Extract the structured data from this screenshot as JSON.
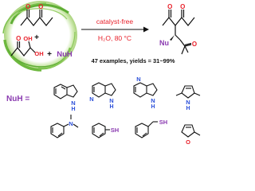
{
  "reaction": {
    "plus_sign": "+",
    "nucleophile": "NuH",
    "arrow_top": "catalyst-free",
    "arrow_bottom": "H₂O, 80 °C",
    "product_nu": "Nu",
    "summary": "47 examples, yields = 31~99%"
  },
  "atoms": {
    "oxygen": "O",
    "hydroxyl": "OH",
    "nitrogen": "N",
    "amine_h": "H",
    "sulfur": "S",
    "thiol": "SH"
  },
  "nucleophile_scope": {
    "label": "NuH =",
    "structures": [
      "indole",
      "7-azaindole",
      "4-azaindole",
      "2,5-dimethylpyrrole",
      "N,N-dimethylaniline",
      "thiophenol",
      "benzyl mercaptan",
      "2-methylfuran"
    ]
  },
  "colors": {
    "oxygen": "#e8202a",
    "nucleophile": "#8a3ab0",
    "arrow_text": "#e8202a",
    "nitrogen": "#2b4fd9",
    "sulfur": "#8a3ab0",
    "ring_green": "#5fae35",
    "bond": "#111111"
  }
}
